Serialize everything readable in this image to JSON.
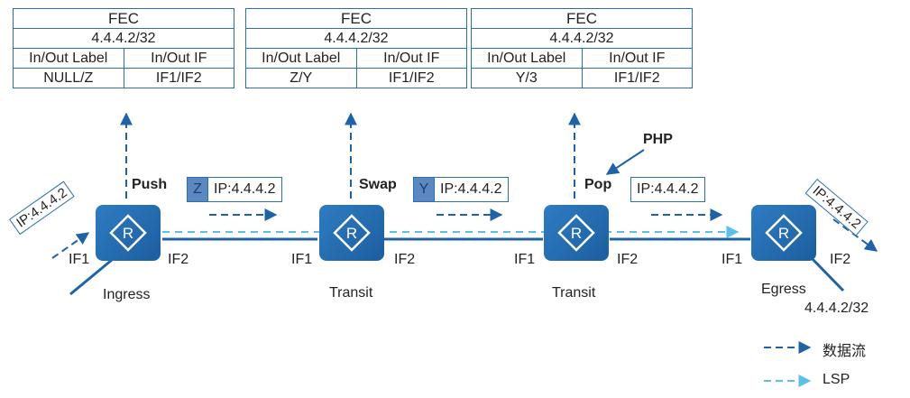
{
  "tables": [
    {
      "fec_header": "FEC",
      "fec_value": "4.4.4.2/32",
      "col1_header": "In/Out Label",
      "col2_header": "In/Out IF",
      "label": "NULL/Z",
      "iface": "IF1/IF2"
    },
    {
      "fec_header": "FEC",
      "fec_value": "4.4.4.2/32",
      "col1_header": "In/Out Label",
      "col2_header": "In/Out IF",
      "label": "Z/Y",
      "iface": "IF1/IF2"
    },
    {
      "fec_header": "FEC",
      "fec_value": "4.4.4.2/32",
      "col1_header": "In/Out Label",
      "col2_header": "In/Out IF",
      "label": "Y/3",
      "iface": "IF1/IF2"
    }
  ],
  "operations": {
    "push": "Push",
    "swap": "Swap",
    "pop": "Pop",
    "php": "PHP"
  },
  "packets": [
    {
      "label": "Z",
      "ip": "IP:4.4.4.2"
    },
    {
      "label": "Y",
      "ip": "IP:4.4.4.2"
    },
    {
      "ip": "IP:4.4.4.2"
    }
  ],
  "rotated_packets": {
    "incoming": "IP:4.4.4.2",
    "outgoing": "IP:4.4.4.2"
  },
  "routers": [
    {
      "name": "Ingress",
      "if_in": "IF1",
      "if_out": "IF2",
      "icon_letter": "R"
    },
    {
      "name": "Transit",
      "if_in": "IF1",
      "if_out": "IF2",
      "icon_letter": "R"
    },
    {
      "name": "Transit",
      "if_in": "IF1",
      "if_out": "IF2",
      "icon_letter": "R"
    },
    {
      "name": "Egress",
      "if_in": "IF1",
      "if_out": "IF2",
      "icon_letter": "R"
    }
  ],
  "egress_prefix": "4.4.4.2/32",
  "legend": {
    "data_flow": "数据流",
    "lsp": "LSP"
  },
  "colors": {
    "router_blue": "#1f63a6",
    "line_blue": "#2a6fb0",
    "lsp_light_blue": "#5bc0e8",
    "label_fill": "#5b88c0"
  }
}
